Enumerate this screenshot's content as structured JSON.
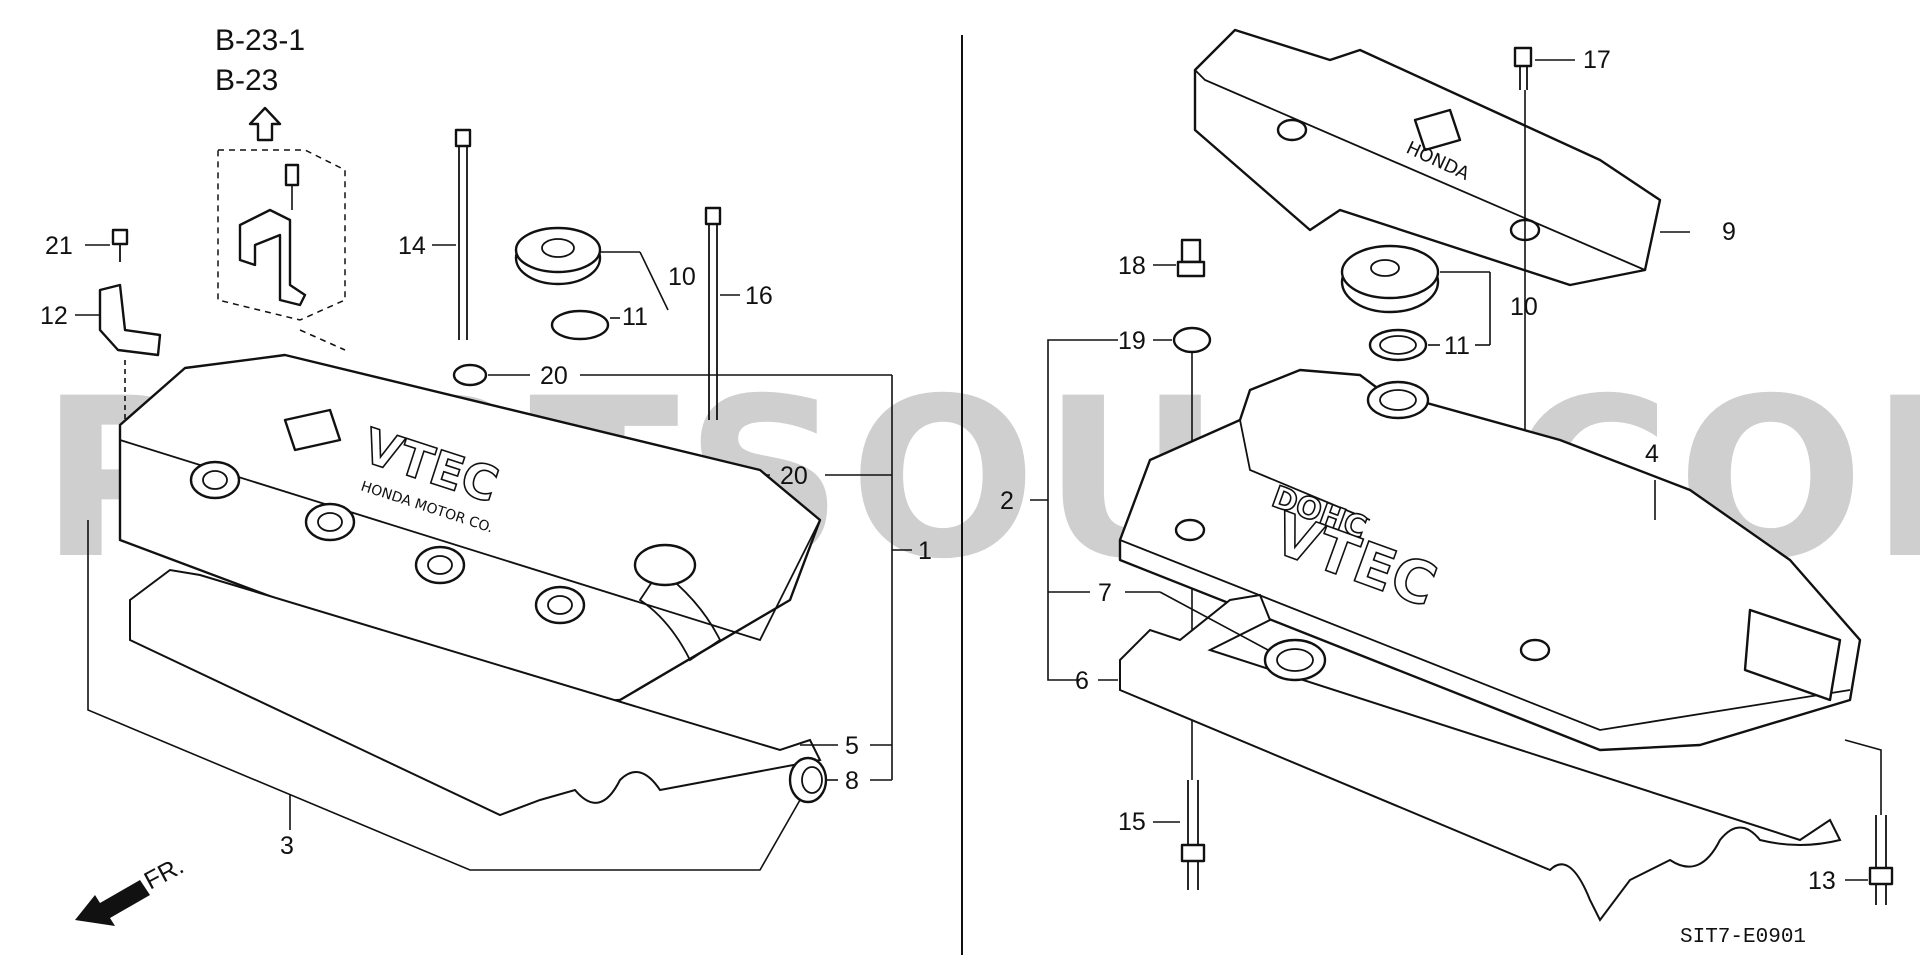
{
  "watermark": "PARTSOUQ.COM",
  "references": [
    "B-23-1",
    "B-23"
  ],
  "left_callouts": {
    "c21": "21",
    "c12": "12",
    "c14": "14",
    "c10": "10",
    "c11": "11",
    "c16": "16",
    "c20a": "20",
    "c20b": "20",
    "c1": "1",
    "c5": "5",
    "c8": "8",
    "c3": "3"
  },
  "right_callouts": {
    "c17": "17",
    "c9": "9",
    "c18": "18",
    "c10": "10",
    "c11": "11",
    "c19": "19",
    "c2": "2",
    "c4": "4",
    "c7": "7",
    "c6": "6",
    "c15": "15",
    "c13": "13"
  },
  "front_indicator": "FR.",
  "diagram_code": "SIT7-E0901",
  "embossing": {
    "left_cover_logo": "VTEC",
    "left_cover_text": "HONDA MOTOR CO.",
    "right_cover_top": "DOHC",
    "right_cover_main": "VTEC",
    "engine_cover_text": "HONDA"
  }
}
